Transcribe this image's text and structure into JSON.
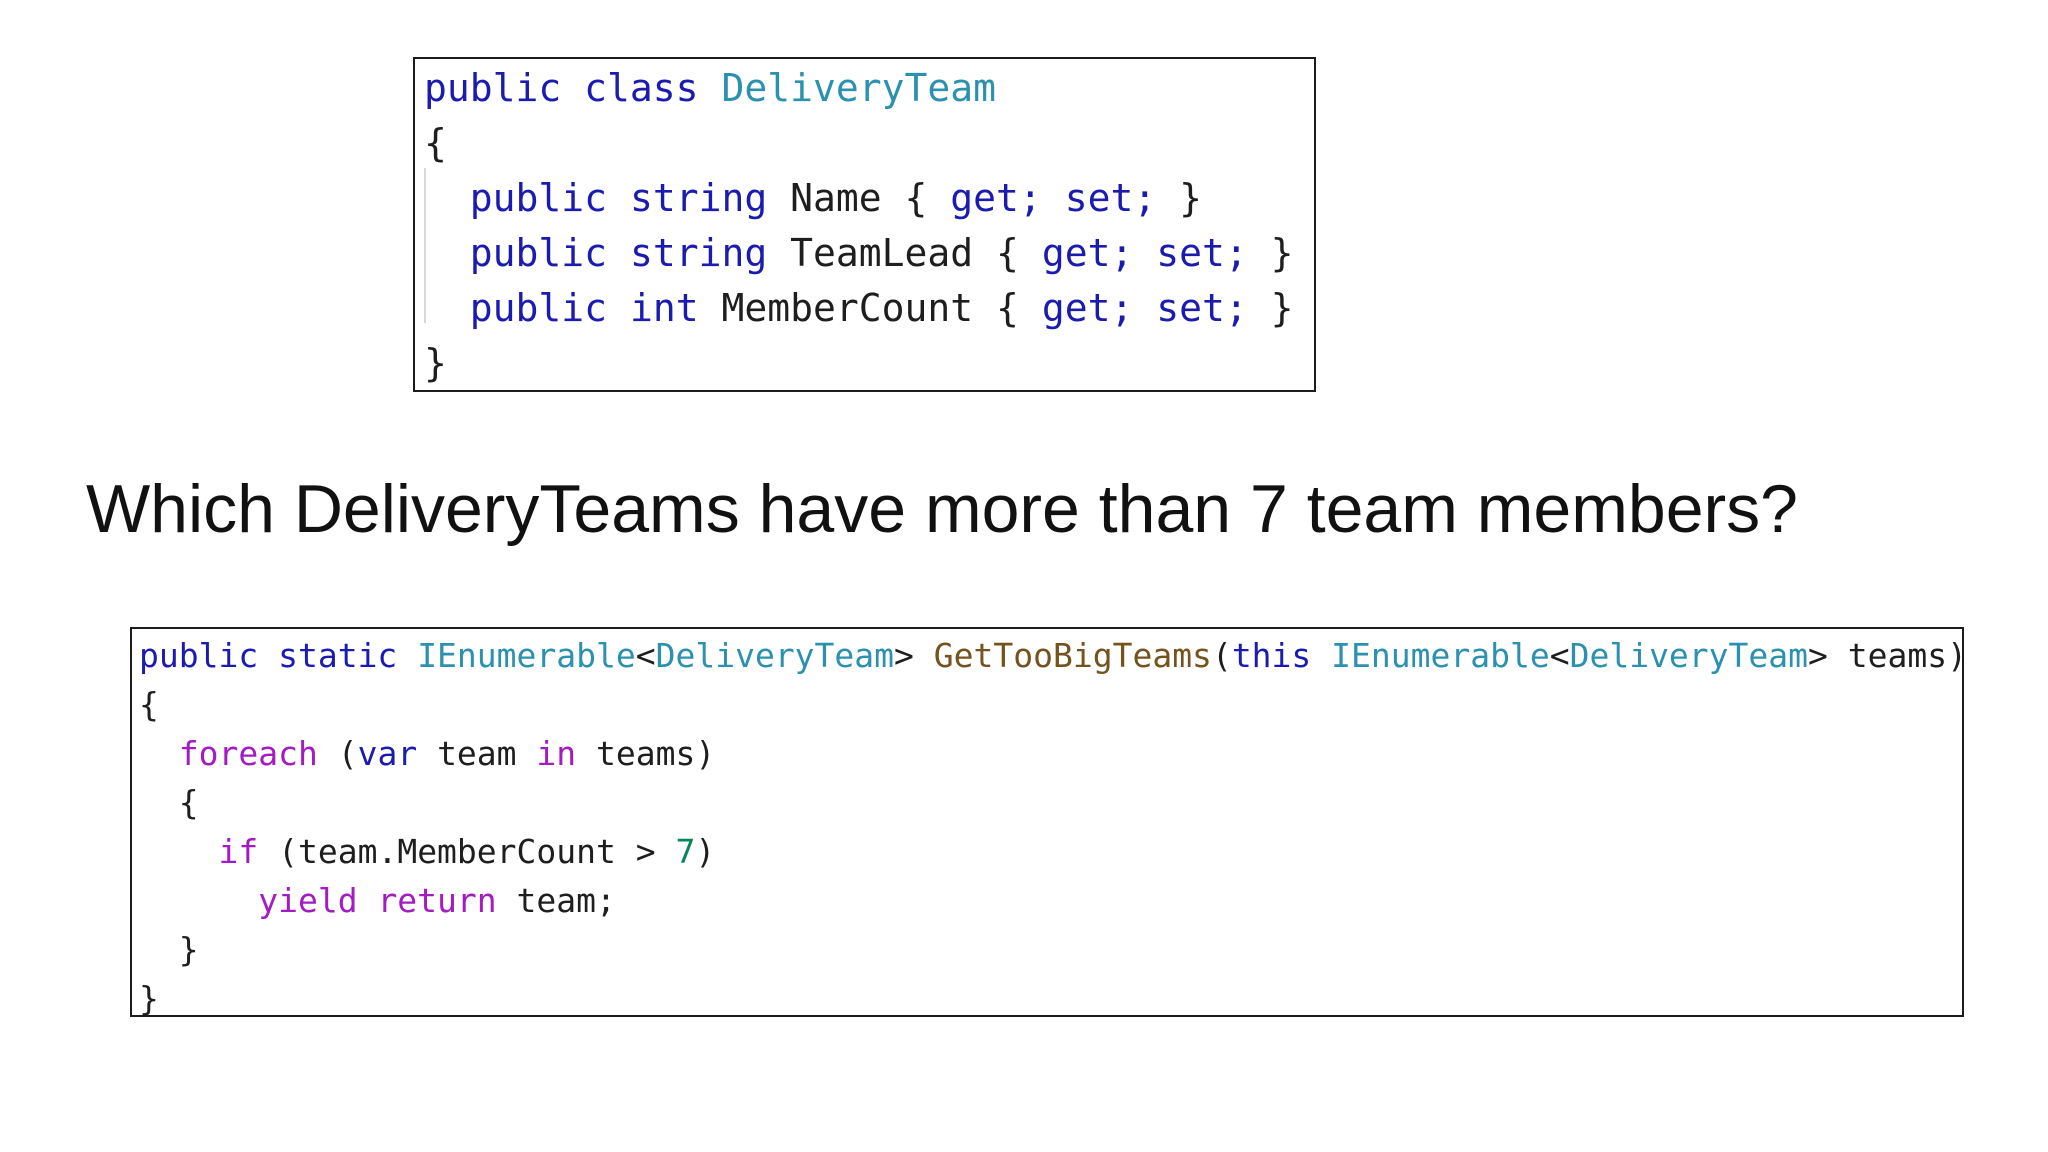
{
  "class_snippet": {
    "line1": {
      "kw_public": "public",
      "kw_class": "class",
      "type_name": "DeliveryTeam"
    },
    "open_brace": "{",
    "close_brace": "}",
    "props": [
      {
        "kw_public": "public",
        "type": "string",
        "name": "Name",
        "open": "{",
        "get": "get;",
        "set": "set;",
        "close": "}"
      },
      {
        "kw_public": "public",
        "type": "string",
        "name": "TeamLead",
        "open": "{",
        "get": "get;",
        "set": "set;",
        "close": "}"
      },
      {
        "kw_public": "public",
        "type": "int",
        "name": "MemberCount",
        "open": "{",
        "get": "get;",
        "set": "set;",
        "close": "}"
      }
    ]
  },
  "question": "Which DeliveryTeams have more than 7 team members?",
  "method_snippet": {
    "sig": {
      "kw_public": "public",
      "kw_static": "static",
      "ret_iface": "IEnumerable",
      "lt1": "<",
      "ret_arg": "DeliveryTeam",
      "gt1": ">",
      "method_name": "GetTooBigTeams",
      "paren_open": "(",
      "kw_this": "this",
      "param_iface": "IEnumerable",
      "lt2": "<",
      "param_arg": "DeliveryTeam",
      "gt2": ">",
      "param_name": "teams",
      "paren_close": ")"
    },
    "open_brace": "{",
    "foreach_line": {
      "kw_foreach": "foreach",
      "open": "(",
      "kw_var": "var",
      "var_name": "team",
      "kw_in": "in",
      "collection": "teams",
      "close": ")"
    },
    "inner_open": "{",
    "if_line": {
      "kw_if": "if",
      "open": "(",
      "expr": "team.MemberCount",
      "op": ">",
      "num": "7",
      "close": ")"
    },
    "yield_line": {
      "kw_yield": "yield",
      "kw_return": "return",
      "value": "team;"
    },
    "inner_close": "}",
    "close_brace": "}"
  }
}
